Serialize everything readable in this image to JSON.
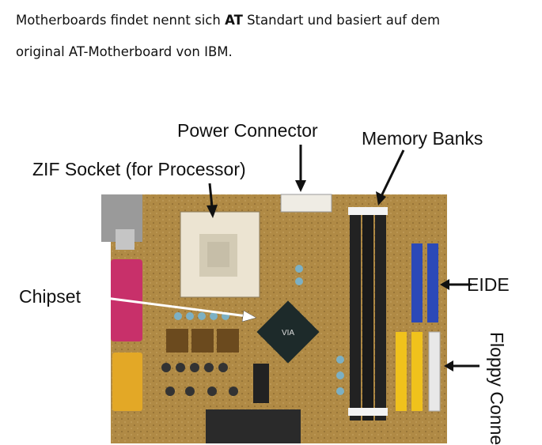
{
  "intro": {
    "line1_before": "Motherboards findet nennt sich ",
    "line1_bold": "AT",
    "line1_after": " Standart und basiert auf dem",
    "line2": "original AT-Motherboard von IBM."
  },
  "figure": {
    "labels": {
      "power_connector": "Power Connector",
      "memory_banks": "Memory Banks",
      "zif_socket": "ZIF Socket (for Processor)",
      "chipset": "Chipset",
      "eide": "EIDE",
      "floppy": "Floppy Conne"
    },
    "chip_logo_text": "VIA"
  }
}
